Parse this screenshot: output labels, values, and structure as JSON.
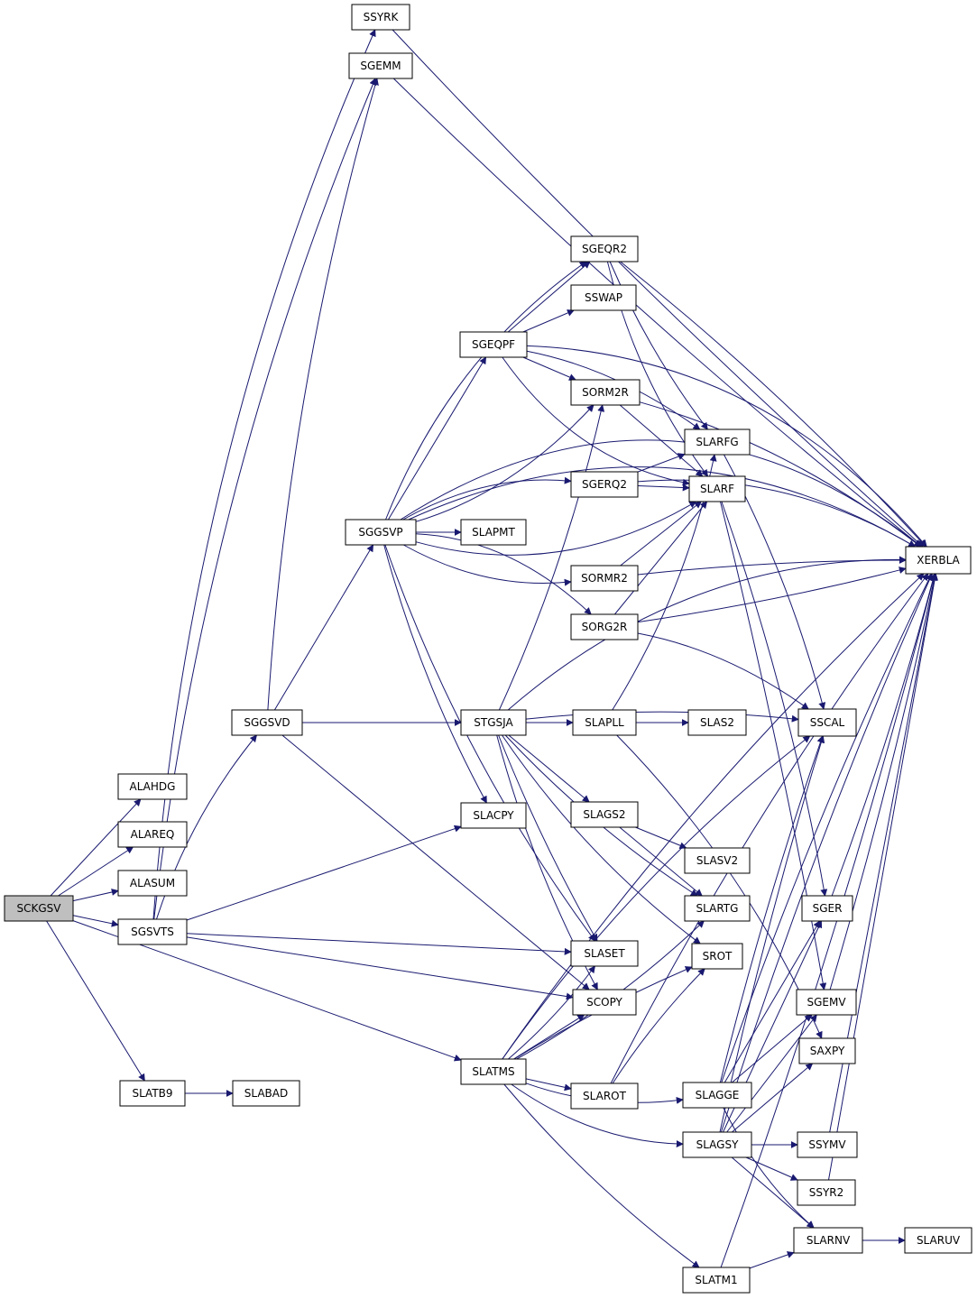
{
  "nodes": {
    "SCKGSV": "SCKGSV",
    "ALAHDG": "ALAHDG",
    "ALAREQ": "ALAREQ",
    "ALASUM": "ALASUM",
    "SGSVTS": "SGSVTS",
    "SLATB9": "SLATB9",
    "SLABAD": "SLABAD",
    "SGGSVD": "SGGSVD",
    "SSYRK": "SSYRK",
    "SGEMM": "SGEMM",
    "SGGSVP": "SGGSVP",
    "SLAPMT": "SLAPMT",
    "SGEQPF": "SGEQPF",
    "SGEQR2": "SGEQR2",
    "SSWAP": "SSWAP",
    "SORM2R": "SORM2R",
    "SLARFG": "SLARFG",
    "SGERQ2": "SGERQ2",
    "SLARF": "SLARF",
    "SORMR2": "SORMR2",
    "SORG2R": "SORG2R",
    "XERBLA": "XERBLA",
    "STGSJA": "STGSJA",
    "SLAPLL": "SLAPLL",
    "SLAS2": "SLAS2",
    "SSCAL": "SSCAL",
    "SLACPY": "SLACPY",
    "SLAGS2": "SLAGS2",
    "SLASV2": "SLASV2",
    "SLARTG": "SLARTG",
    "SGER": "SGER",
    "SLASET": "SLASET",
    "SROT": "SROT",
    "SCOPY": "SCOPY",
    "SGEMV": "SGEMV",
    "SAXPY": "SAXPY",
    "SLATMS": "SLATMS",
    "SLAROT": "SLAROT",
    "SLAGGE": "SLAGGE",
    "SLAGSY": "SLAGSY",
    "SSYMV": "SSYMV",
    "SSYR2": "SSYR2",
    "SLARNV": "SLARNV",
    "SLARUV": "SLARUV",
    "SLATM1": "SLATM1"
  },
  "colors": {
    "edge": "#191970",
    "root_fill": "#bfbfbf",
    "node_fill": "#ffffff",
    "node_border": "#000000"
  }
}
